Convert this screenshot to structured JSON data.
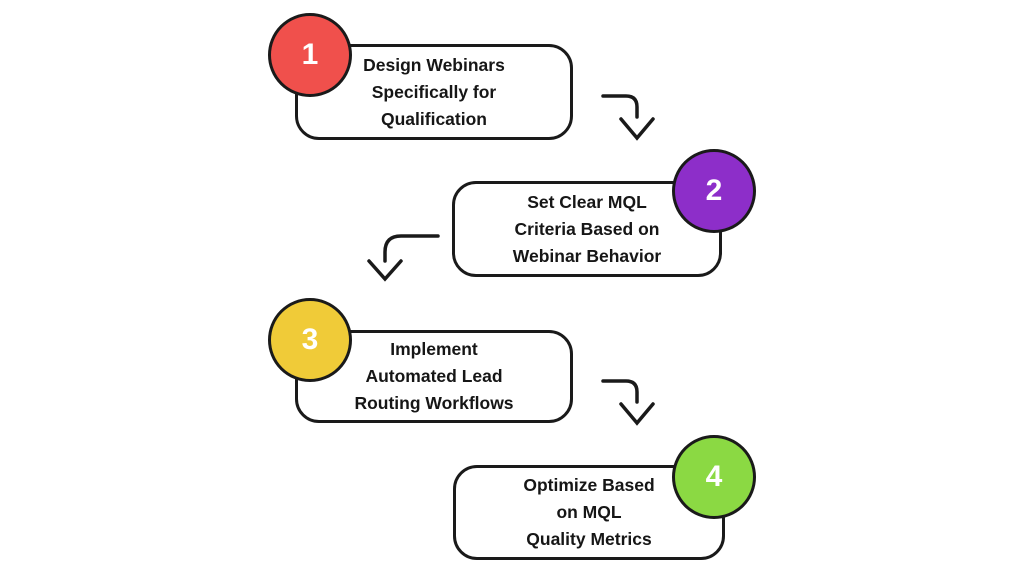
{
  "diagram": {
    "background_color": "#ffffff",
    "outline_color": "#1a1a1a",
    "text_color": "#161616",
    "number_text_color": "#ffffff",
    "steps": [
      {
        "number": "1",
        "badge_color": "#f0504c",
        "badge_side": "top-left",
        "lines": [
          "Design Webinars",
          "Specifically for",
          "Qualification"
        ]
      },
      {
        "number": "2",
        "badge_color": "#8d2ec9",
        "badge_side": "top-right",
        "lines": [
          "Set Clear MQL",
          "Criteria Based on",
          "Webinar Behavior"
        ]
      },
      {
        "number": "3",
        "badge_color": "#f0cb38",
        "badge_side": "top-left",
        "lines": [
          "Implement",
          "Automated Lead",
          "Routing Workflows"
        ]
      },
      {
        "number": "4",
        "badge_color": "#8bd943",
        "badge_side": "top-right",
        "lines": [
          "Optimize Based",
          "on MQL",
          "Quality Metrics"
        ]
      }
    ],
    "connectors": [
      {
        "from": "1",
        "to": "2",
        "direction": "right-then-down"
      },
      {
        "from": "2",
        "to": "3",
        "direction": "left-then-down"
      },
      {
        "from": "3",
        "to": "4",
        "direction": "right-then-down"
      }
    ]
  }
}
